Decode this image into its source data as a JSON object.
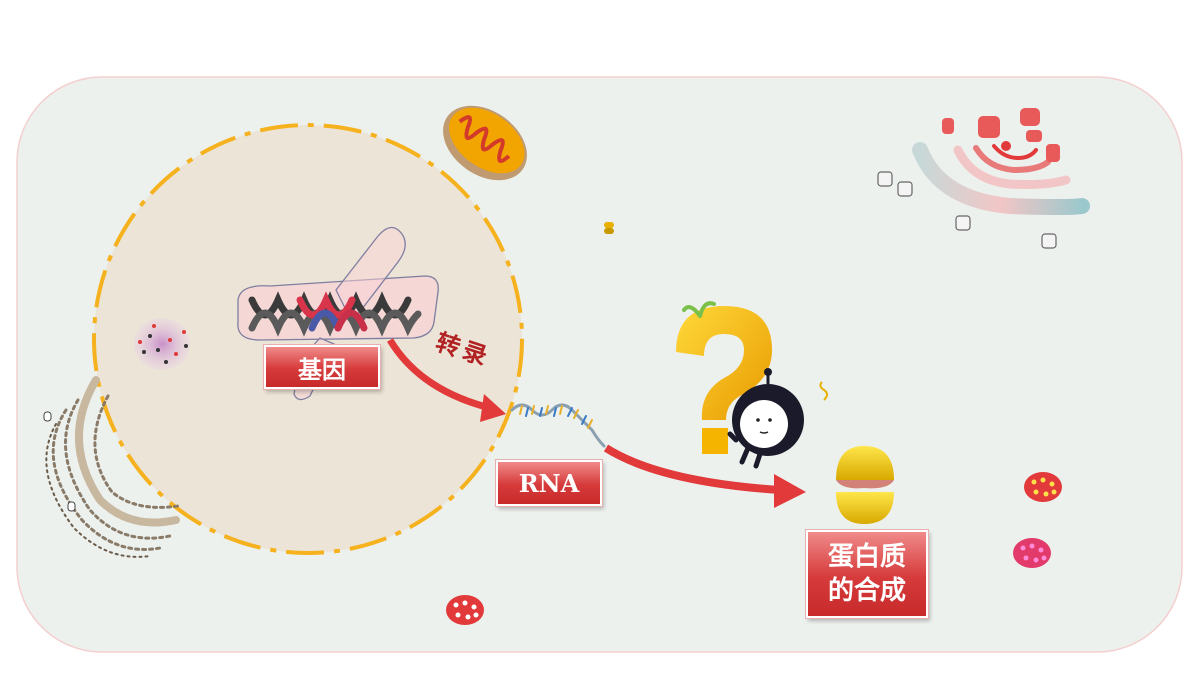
{
  "labels": {
    "gene": "基因",
    "transcription": "转录",
    "rna": "RNA",
    "protein_line1": "蛋白质",
    "protein_line2": "的合成"
  },
  "icons": {
    "question": "question-mark-icon",
    "ribosome": "ribosome-icon",
    "mitochondrion": "mitochondrion-icon",
    "golgi": "golgi-apparatus-icon",
    "dna": "dna-double-helix-icon",
    "mrna": "mrna-strand-icon"
  },
  "colors": {
    "cell_background": "#edf1ee",
    "cell_border": "#f4cfcf",
    "nucleus_fill": "#ece4d6",
    "nucleus_border": "#f5b21e",
    "arrow": "#e23a3a",
    "label_red": "#d63a3a",
    "question_gold": "#f5b400"
  }
}
